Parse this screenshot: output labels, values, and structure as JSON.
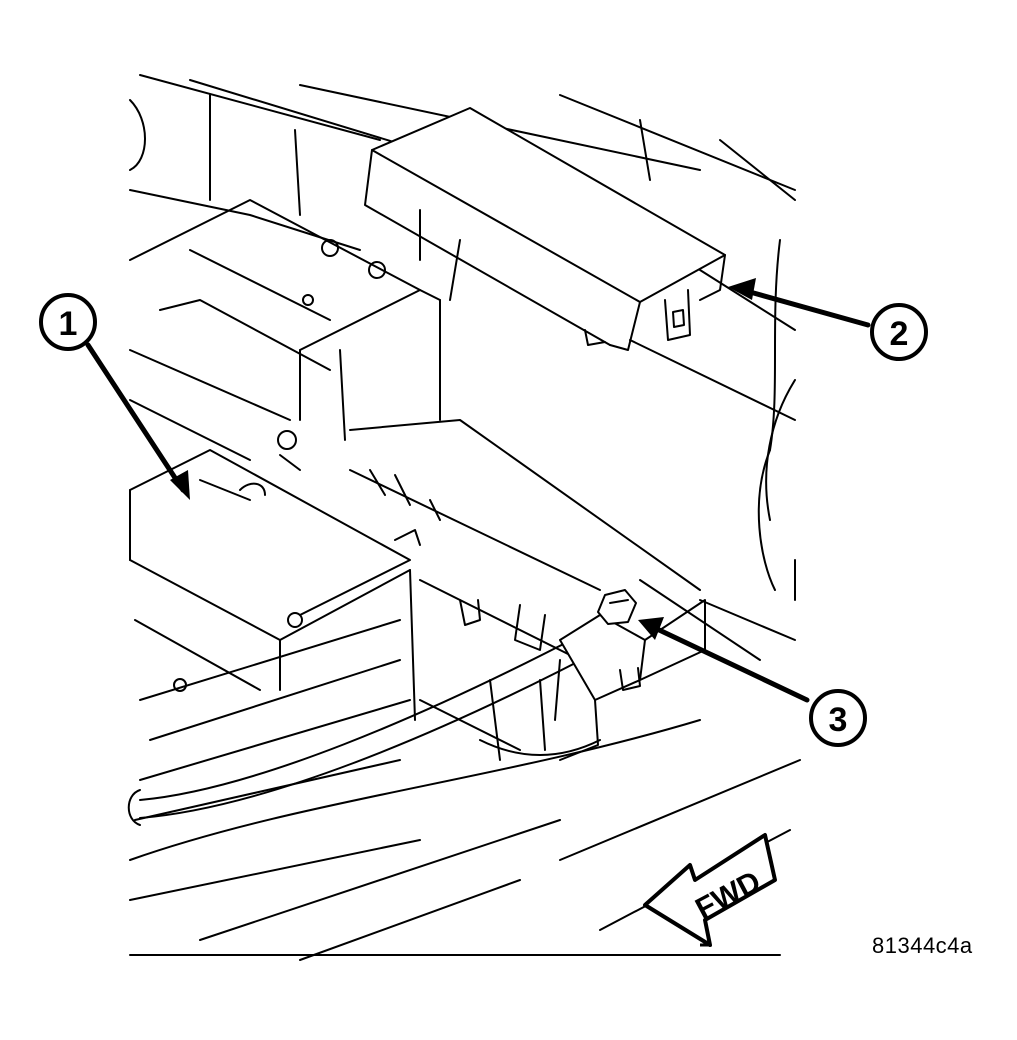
{
  "callouts": [
    {
      "number": "1"
    },
    {
      "number": "2"
    },
    {
      "number": "3"
    }
  ],
  "direction_label": "FWD",
  "figure_id": "81344c4a",
  "colors": {
    "ink": "#000000",
    "paper": "#ffffff"
  }
}
